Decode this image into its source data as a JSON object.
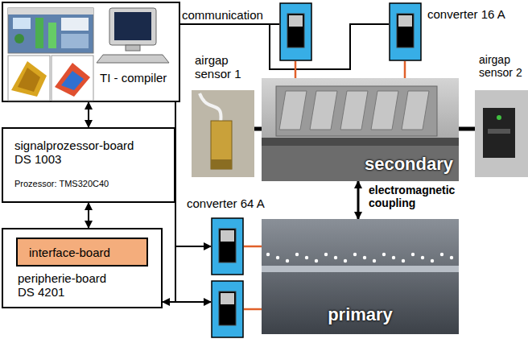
{
  "diagram": {
    "nodes": [
      {
        "text": [
          "TI - compiler"
        ]
      },
      {
        "text": []
      },
      {
        "text": [
          "converter 16 A"
        ]
      },
      {
        "text": [
          "airgap sensor 1"
        ]
      },
      {
        "text": [
          "secondary"
        ]
      },
      {
        "text": [
          "airgap sensor 2"
        ]
      },
      {
        "text": [
          "signalprozessor-board DS 1003",
          "Prozessor: TMS320C40"
        ]
      },
      {
        "text": [
          "converter 64 A"
        ]
      },
      {
        "text": [
          "primary"
        ]
      },
      {
        "text": [
          "peripherie-board DS 4201"
        ]
      },
      {
        "text": [
          "interface-board"
        ],
        "in": 9
      },
      {
        "text": []
      }
    ],
    "edges": [
      {
        "from": 0,
        "to": 6,
        "arrow": "both"
      },
      {
        "from": 6,
        "to": 9,
        "arrow": "both"
      },
      {
        "from": 9,
        "to": 1,
        "arrow": "none",
        "label": "communication"
      },
      {
        "from": 9,
        "to": 2,
        "arrow": "none"
      },
      {
        "from": 9,
        "to": 7,
        "arrow": "to"
      },
      {
        "from": 9,
        "to": 11,
        "arrow": "both"
      },
      {
        "from": 1,
        "to": 4,
        "arrow": "none"
      },
      {
        "from": 2,
        "to": 4,
        "arrow": "none"
      },
      {
        "from": 7,
        "to": 8,
        "arrow": "none"
      },
      {
        "from": 11,
        "to": 8,
        "arrow": "none"
      },
      {
        "from": 3,
        "to": 4,
        "arrow": "none"
      },
      {
        "from": 5,
        "to": 4,
        "arrow": "none"
      },
      {
        "from": 4,
        "to": 8,
        "arrow": "both",
        "label": "electromagnetic coupling"
      }
    ]
  }
}
